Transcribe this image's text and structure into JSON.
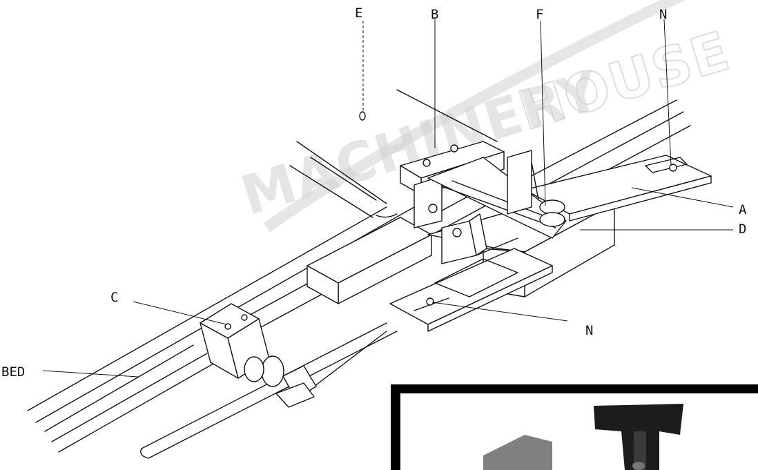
{
  "watermark": {
    "brand_solid": "MACHINERY",
    "brand_outline": "HOUSE",
    "color": "#cfcfcf"
  },
  "labels": {
    "E": "E",
    "B": "B",
    "F": "F",
    "N_top": "N",
    "A": "A",
    "D": "D",
    "C": "C",
    "N_bottom": "N",
    "BED": "BED"
  },
  "colors": {
    "line": "#111111",
    "background": "#ffffff",
    "photo_frame": "#000000"
  }
}
